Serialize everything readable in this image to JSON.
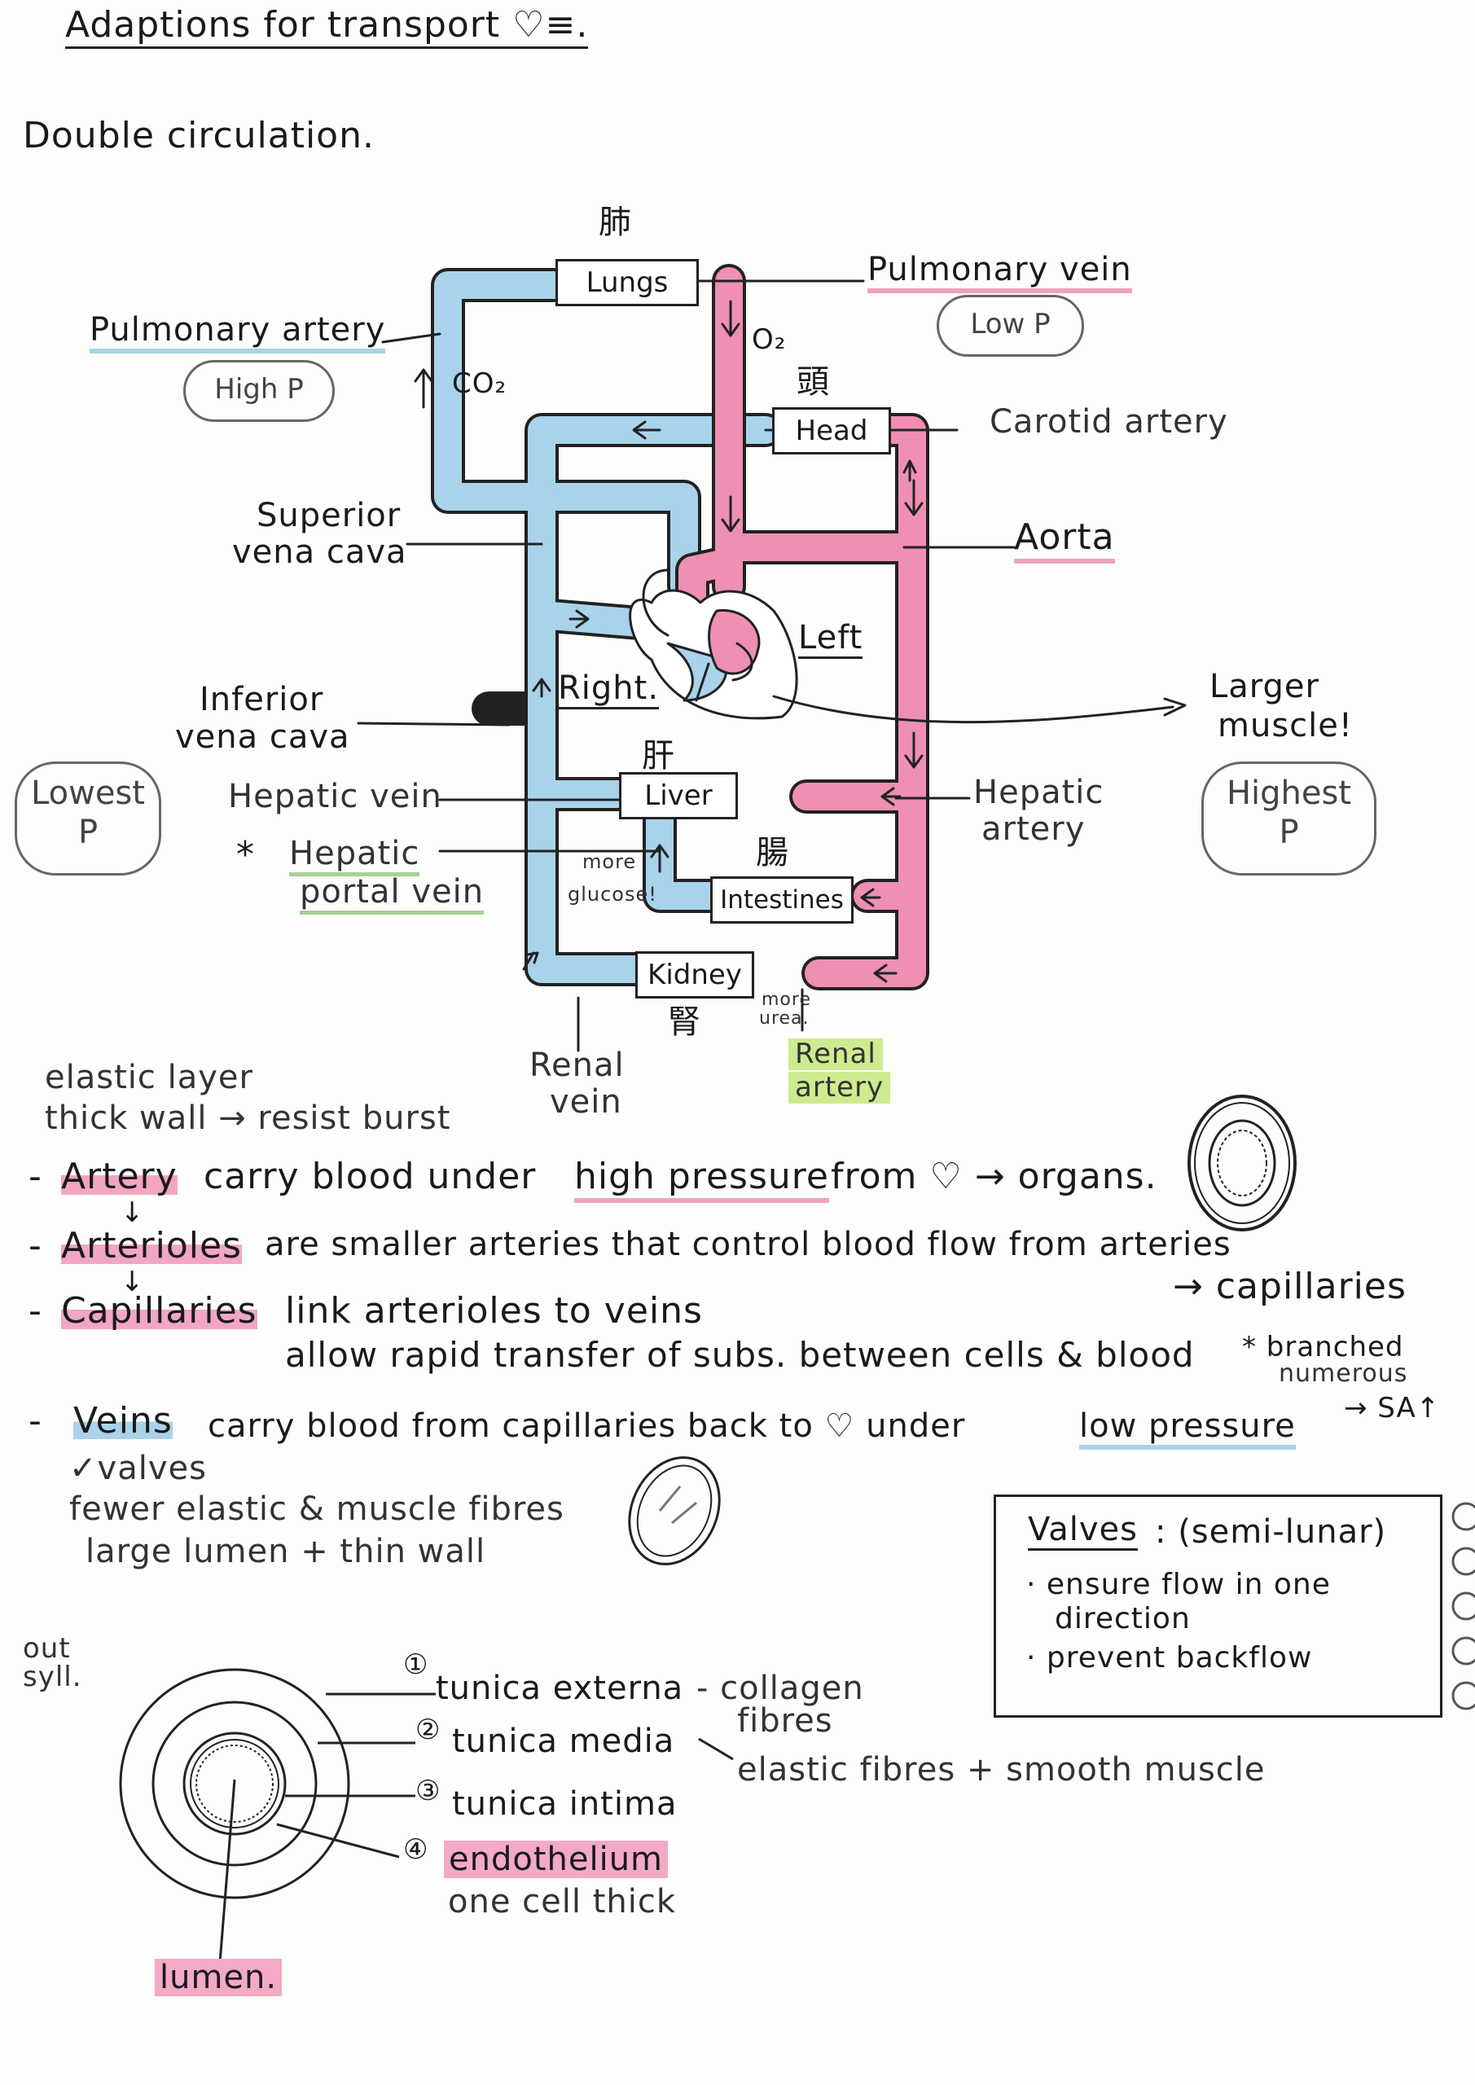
{
  "title": "Adaptions for transport ♡≡.",
  "subtitle": "Double circulation.",
  "diagram": {
    "lungs_char": "肺",
    "lungs": "Lungs",
    "o2": "O₂",
    "co2": "CO₂",
    "head_char": "頭",
    "head": "Head",
    "liver_char": "肝",
    "liver": "Liver",
    "intestines_char": "腸",
    "intestines": "Intestines",
    "kidney": "Kidney",
    "kidney_char": "腎",
    "right": "Right.",
    "left": "Left",
    "pulmonary_vein": "Pulmonary vein",
    "low_p": "Low P",
    "pulmonary_artery": "Pulmonary artery",
    "high_p": "High P",
    "carotid_artery": "Carotid artery",
    "superior_vena_cava_1": "Superior",
    "superior_vena_cava_2": "vena cava",
    "aorta": "Aorta",
    "inferior_vena_cava_1": "Inferior",
    "inferior_vena_cava_2": "vena cava",
    "larger_muscle_1": "Larger",
    "larger_muscle_2": "muscle!",
    "lowest_p_1": "Lowest",
    "lowest_p_2": "P",
    "highest_p_1": "Highest",
    "highest_p_2": "P",
    "hepatic_vein": "Hepatic vein",
    "hepatic_artery_1": "Hepatic",
    "hepatic_artery_2": "artery",
    "star": "*",
    "hepatic_portal_1": "Hepatic",
    "hepatic_portal_2": "portal vein",
    "more_glucose_1": "more",
    "more_glucose_2": "glucose!",
    "more_urea_1": "more",
    "more_urea_2": "urea.",
    "renal_vein_1": "Renal",
    "renal_vein_2": "vein",
    "renal_artery_1": "Renal",
    "renal_artery_2": "artery",
    "colors": {
      "oxygenated": "#ee8fb3",
      "deoxygenated": "#a9d3ea"
    }
  },
  "notes": {
    "elastic_layer": "elastic layer",
    "thick_wall": "thick wall → resist burst",
    "artery_dash": "-",
    "artery_term": "Artery",
    "artery_rest_1": "carry blood under",
    "artery_high_pressure": "high pressure",
    "artery_rest_2": "from ♡ → organs.",
    "down_arrow_1": "↓",
    "arterioles_dash": "-",
    "arterioles_term": "Arterioles",
    "arterioles_rest": "are smaller arteries that control blood flow from arteries",
    "arterioles_rest_2": "→ capillaries",
    "down_arrow_2": "↓",
    "capillaries_dash": "-",
    "capillaries_term": "Capillaries",
    "capillaries_rest": "link arterioles to veins",
    "capillaries_rest_2": "allow rapid transfer of subs. between cells & blood",
    "branched": "* branched",
    "numerous": "numerous",
    "sa": "→ SA↑",
    "veins_dash": "-",
    "veins_term": "Veins",
    "veins_rest_1": "carry blood from capillaries back to ♡ under",
    "veins_low_pressure": "low pressure",
    "valves_tick": "✓valves",
    "fewer_fibres": "fewer elastic & muscle fibres",
    "large_lumen": "large lumen + thin wall",
    "valves_title": "Valves",
    "valves_semi": ": (semi-lunar)",
    "valves_point_1a": "· ensure flow in one",
    "valves_point_1b": "direction",
    "valves_point_2": "· prevent backflow",
    "out_syll_1": "out",
    "out_syll_2": "syll.",
    "layer1_num": "①",
    "layer1": "tunica externa",
    "layer1_note_1": "- collagen",
    "layer1_note_2": "fibres",
    "layer2_num": "②",
    "layer2": "tunica media",
    "layer2_note": "elastic fibres + smooth muscle",
    "layer3_num": "③",
    "layer3": "tunica intima",
    "layer4_num": "④",
    "layer4": "endothelium",
    "layer4_note": "one cell thick",
    "lumen": "lumen."
  }
}
